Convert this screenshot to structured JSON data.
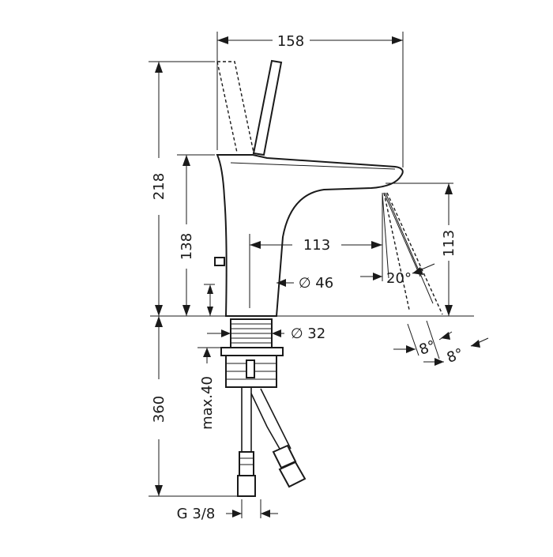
{
  "drawing": {
    "dimensions": {
      "overall_width": "158",
      "overall_height": "218",
      "spout_height": "138",
      "spout_reach": "113",
      "outlet_height": "113",
      "body_diameter": "∅ 46",
      "shank_diameter": "∅ 32",
      "below_counter": "360",
      "max_thickness": "max.40",
      "spray_angle": "20°",
      "angle_left": "8°",
      "angle_right": "8°",
      "connection": "G 3/8"
    }
  }
}
